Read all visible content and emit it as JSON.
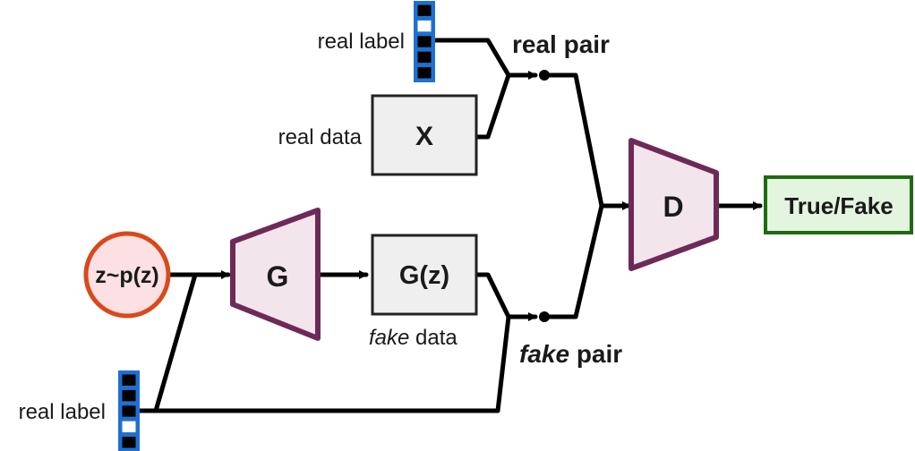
{
  "labels": {
    "real_label_top": "real label",
    "real_label_bottom": "real label",
    "real_data": "real data",
    "real_pair": "real pair",
    "fake_pair_italic": "fake",
    "fake_pair_rest": " pair",
    "fake_data_italic": "fake",
    "fake_data_rest": " data"
  },
  "nodes": {
    "noise": "z~p(z)",
    "generator": "G",
    "generated": "G(z)",
    "real_sample": "X",
    "discriminator": "D",
    "output": "True/Fake"
  },
  "label_vector_top": [
    "black",
    "white",
    "black",
    "black",
    "black"
  ],
  "label_vector_bottom": [
    "black",
    "black",
    "black",
    "white",
    "black"
  ],
  "colors": {
    "line": "#000000",
    "box_fill": "#efefef",
    "box_stroke": "#222222",
    "trap_fill": "#f3e5ec",
    "trap_stroke": "#6e2a57",
    "noise_fill": "#fce0e4",
    "noise_stroke": "#d84a1b",
    "output_fill": "#e4f5df",
    "output_stroke": "#1f6b12",
    "vector_border": "#1f6fd1"
  }
}
